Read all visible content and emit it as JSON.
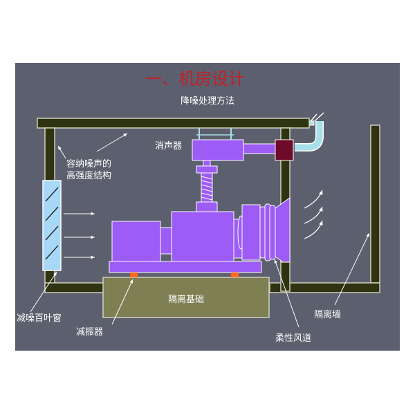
{
  "slide": {
    "title": "一、机房设计",
    "subtitle": "降噪处理方法"
  },
  "labels": {
    "muffler": "消声器",
    "high_strength_line1": "容纳噪声的",
    "high_strength_line2": "高强度结构",
    "louver": "减噪百叶窗",
    "damper": "减振器",
    "isolation_base": "隔离基础",
    "isolation_wall": "隔离墙",
    "flexible_duct": "柔性风道"
  },
  "colors": {
    "background": "#5c5f6d",
    "title": "#c0202a",
    "wall": "#2f3311",
    "wall_outline": "#cfd0c0",
    "machine": "#9c5cf5",
    "base": "#7f7f54",
    "damper_pad": "#ff6a1a",
    "exhaust_box": "#6e0a2a",
    "pipe": "#a8e0ea",
    "louver": "#a8d8f8",
    "text": "#ffffff"
  }
}
